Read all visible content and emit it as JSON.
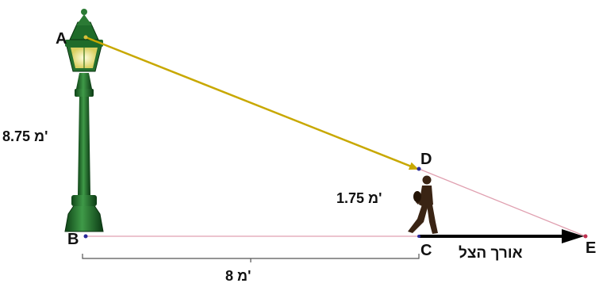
{
  "points": {
    "a": "A",
    "b": "B",
    "c": "C",
    "d": "D",
    "e": "E"
  },
  "measurements": {
    "lamp_height": "8.75 מ'",
    "person_height": "1.75 מ'",
    "distance": "8 מ'"
  },
  "shadow_label": "אורך הצל",
  "colors": {
    "light_ray": "#c8a800",
    "ground_line": "#e0a0b0",
    "shadow_arrow": "#000000",
    "lamp_green": "#1f6b2a",
    "lamp_light": "#fff7b0",
    "person": "#3a2414"
  },
  "icons": {
    "lamp": "street-lamp-icon",
    "person": "walking-person-icon"
  }
}
